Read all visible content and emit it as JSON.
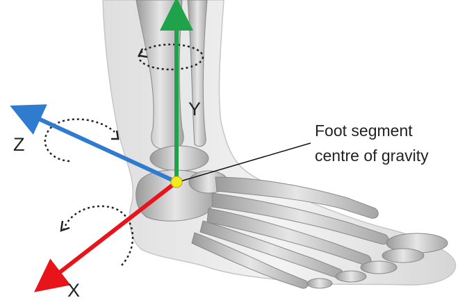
{
  "axes": {
    "x": {
      "label": "X",
      "color": "#e8141b"
    },
    "y": {
      "label": "Y",
      "color": "#20a24a"
    },
    "z": {
      "label": "Z",
      "color": "#2f7bd0"
    }
  },
  "annotation": {
    "line1": "Foot segment",
    "line2": "centre of gravity"
  },
  "origin_marker_color": "#f2ea1a",
  "illustration": "foot-and-ankle-skeleton"
}
